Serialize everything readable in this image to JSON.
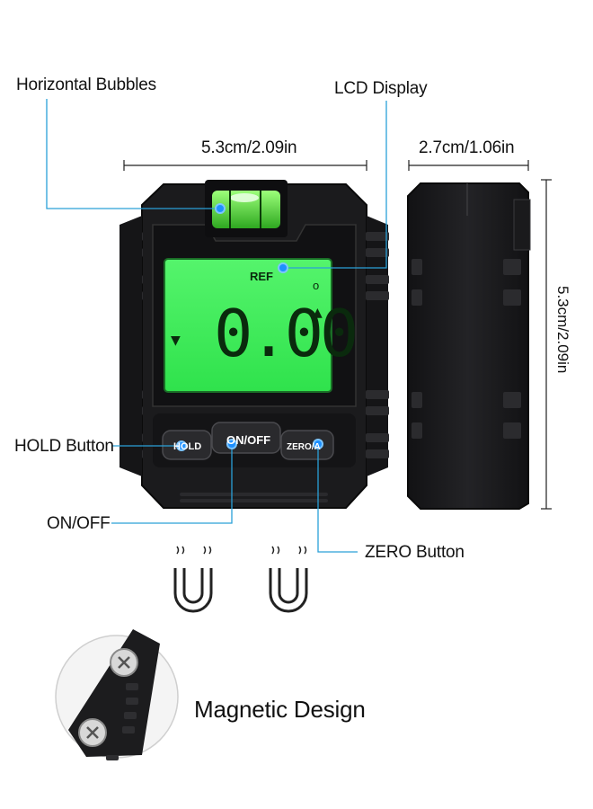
{
  "callouts": {
    "horizontal_bubbles": "Horizontal Bubbles",
    "lcd_display": "LCD Display",
    "hold_button": "HOLD Button",
    "on_off": "ON/OFF",
    "zero_button": "ZERO Button"
  },
  "dimensions": {
    "front_width": "5.3cm/2.09in",
    "side_width": "2.7cm/1.06in",
    "height": "5.3cm/2.09in"
  },
  "device": {
    "lcd_ref": "REF",
    "lcd_reading": "0.00",
    "lcd_degree": "o",
    "lcd_up_arrow": "▲",
    "lcd_down_arrow": "▼",
    "button_hold": "HOLD",
    "button_onoff": "ON/OFF",
    "button_zero": "ZERO/A"
  },
  "magnet_section": {
    "title": "Magnetic Design"
  },
  "colors": {
    "device_body": "#1d1d1f",
    "lcd_green": "#3cf05a",
    "callout_line": "#2aa0d8",
    "marker": "#1e90ff"
  },
  "icons": [
    "magnet-icon",
    "magnet-icon",
    "screw-icon",
    "screw-icon"
  ]
}
